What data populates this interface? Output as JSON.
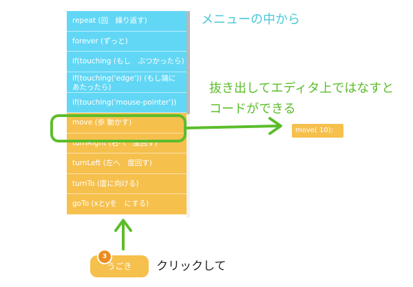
{
  "menu": {
    "items": [
      {
        "label": "repeat (回　繰り返す)",
        "kind": "control"
      },
      {
        "label": "forever (ずっと)",
        "kind": "control"
      },
      {
        "label": "if(touching (もし　ぶつかったら)",
        "kind": "control"
      },
      {
        "label": "if(touching('edge')) (もし端にあたったら)",
        "kind": "control"
      },
      {
        "label": "if(touching('mouse-pointer'))",
        "kind": "control"
      },
      {
        "label": "move (歩 動かす)",
        "kind": "motion"
      },
      {
        "label": "turnRight (右へ　度回す)",
        "kind": "motion"
      },
      {
        "label": "turnLeft (左へ　度回す)",
        "kind": "motion"
      },
      {
        "label": "turnTo (度に向ける)",
        "kind": "motion"
      },
      {
        "label": "goTo (xとyを　にする)",
        "kind": "motion"
      }
    ]
  },
  "annotations": {
    "menu_note": "メニューの中から",
    "drag_note_line1": "抜き出してエディタ上ではなすと",
    "drag_note_line2": "コードができる",
    "click_note": "クリックして"
  },
  "code_block": {
    "text": "move( 10);"
  },
  "category_button": {
    "label": "うごき",
    "badge": "3"
  },
  "colors": {
    "control": "#62d7f5",
    "motion": "#f6c04d",
    "highlight": "#5cbd2a",
    "teal_text": "#4ac7d8",
    "badge": "#ec8c1e"
  }
}
